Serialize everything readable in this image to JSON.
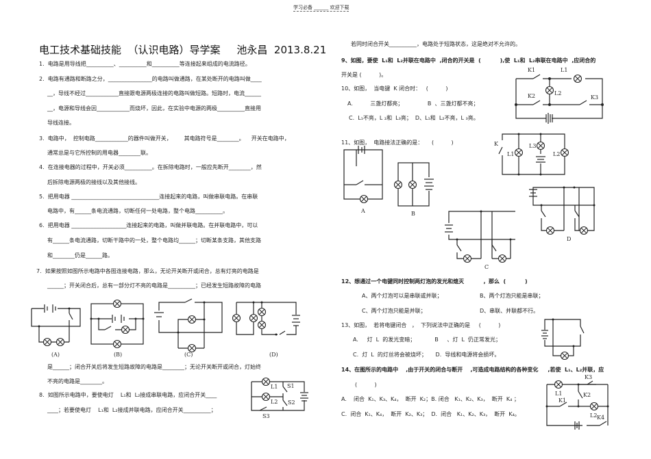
{
  "header": "学习必备 ______ 欢迎下载",
  "title": "电工技术基础技能  （认识电路）导学案     池永昌  2013.8.21",
  "left_lines": [
    "1.  电路是用导线把__________、__________和__________等连接起来组成的电流路径。",
    "2.  电路有通路和断路之分，________________的电路叫做通路，在某处断开的电路叫做____",
    "__，导线不经过____________直接跟电源两极连接的电路叫做短路。短路时，电流______",
    "__，电源和导线会因____________而烧坏，因此，在实验中电源的两极__________直接用",
    "导线连接。",
    "3.  电路中，  控制电路____________的器件叫做开关，       其电路符号是________。    开关在电路中，",
    "通常总是与它所控制的用电器________联。",
    "4.  在连接电器的过程中，开关必须__________。在拆除电路时，一般应先断开________，然",
    "后拆除电源两极的接线以及其他接线。",
    "5.  把用电器 ________________________________连接起来的电路，叫做串联电路。在串联",
    "电路中，有______条电流通路，切断任何一处电路，整个电路__________。",
    "6.  把用电器 ____________________连接起来的电路，叫做并联电路。在并联电路中，可以",
    "有______条电流通路，切断干路中的一处，整个电路均______；切断某条支路，其他支路",
    "和________仍是______路。",
    "7.  如果按照如图所示电路中各图连接电路，那么，无论开关断开或闭合，总有灯亮的电路是",
    "______；开关闭合后，总有一部分灯不亮的电路是__________；已经发生短路故障的电路",
    "是______；闭合开关后将发生短路故障的电路是________；无论开关断开或闭合，灯始终",
    "不亮的电路是________。",
    "8.  如图所示电路中，要使电灯    L₁和  L₂接成串联电路，应闭合开关____",
    "____；若要使电灯    L₁和  L₂接成并联电路，应闭合开关__________；"
  ],
  "q7_labels": [
    "(A)",
    "(B)",
    "(C)",
    "(D)"
  ],
  "q8_labels": {
    "l1": "L1",
    "l2": "L2",
    "s1": "S1",
    "s2": "S2",
    "s3": "S3"
  },
  "right_lines": [
    "若同时闭合开关__________，电路处于短路状态，这是绝对不允许的。",
    "9、如图，要使  L₁和  L₂并联在电路中  ,闭合的开关是  (          ),使  L₁和  L₂串联在电路中  ,应闭合的",
    "开关是 (          )。",
    "10、如图，  当电键  K 闭合时：   (          )",
    "A.          三盏灯都亮；              B  、三盏灯都不亮；",
    "C.  L₁不亮，L ₂和  L₃亮；  D、L₁和  L₂不亮，L ₃亮。",
    "11、如图，  电路接法正确的是：     (          )",
    "12、想通过一个电键同时控制两灯泡的发光和熄灭          ，那么  (          )",
    "A、两个灯泡可以是串联或并联；",
    "B、两个灯泡只能是串联；",
    "C、两个灯泡只能是并联；",
    "D、串联、并联都不行。",
    "13、如图，  若将电键闭合   ，  下列说法中正确的是     (          )",
    "A.     灯  L  的发光变暗；           B     、灯  L  仍正常发光；",
    "C.  灯  L  的灯丝将会被烧坏；     D.  导线和电源将会损坏。",
    "14、在图所示的电路中    ,由于开关的闭合与断开    ,可造成电路结构的各种变化     ,若使  L₁、L₂并联，应",
    "(          )",
    "A.    闭合  K₁、K₃、K₄，  断开  K₂；B. 闭合   K₁、K₂、K₃，  断开  K₄ ；",
    "C.  闭合  K₁、K₄，  断开  K₂、K₃；  D.  闭合   K₁、K₂、K₃，  断开  K₄。"
  ],
  "q9_labels": {
    "k1": "K1",
    "k2": "K2",
    "k3": "K3",
    "l1": "L1",
    "l2": "L2"
  },
  "q11_labels": {
    "k": "K",
    "l1": "L1",
    "l2": "L2",
    "l3": "L3",
    "a": "A",
    "b": "B",
    "c": "C",
    "d": "D"
  },
  "q14_labels": {
    "l1": "L1",
    "l2": "L2",
    "k1": "K1",
    "k2": "K2",
    "k3": "K3",
    "k4": "K4"
  }
}
